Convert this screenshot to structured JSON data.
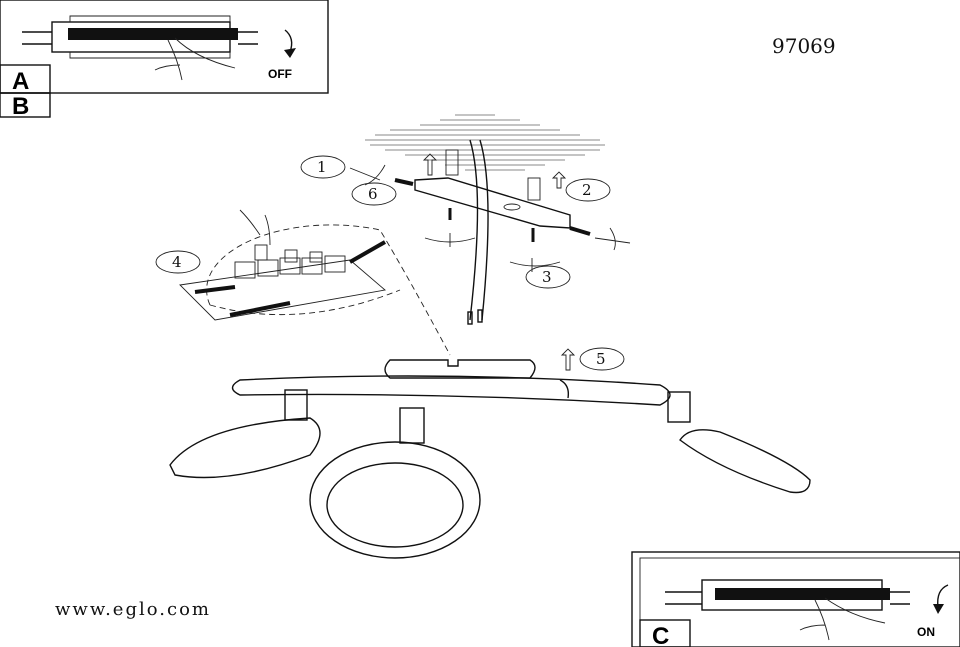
{
  "model_number": "97069",
  "website": "www.eglo.com",
  "panel_a": {
    "label": "A",
    "state": "OFF"
  },
  "panel_b": {
    "label": "B"
  },
  "panel_c": {
    "label": "C",
    "state": "ON"
  },
  "steps": [
    "1",
    "2",
    "3",
    "4",
    "5",
    "6"
  ]
}
